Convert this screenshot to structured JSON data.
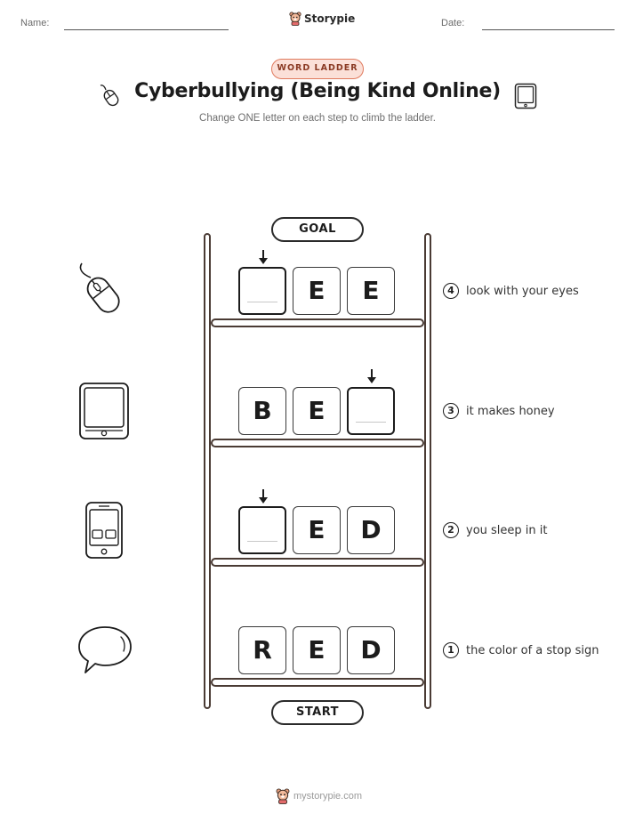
{
  "header": {
    "name_label": "Name:",
    "date_label": "Date:",
    "brand": "Storypie"
  },
  "badge": "WORD LADDER",
  "title": "Cyberbullying (Being Kind Online)",
  "subtitle": "Change ONE letter on each step to climb the ladder.",
  "goal_label": "GOAL",
  "start_label": "START",
  "rows": [
    {
      "letters": [
        "",
        "E",
        "E"
      ],
      "blank_index": 0,
      "clue_number": "4",
      "clue": "look with your eyes",
      "icon": "computer-mouse-icon"
    },
    {
      "letters": [
        "B",
        "E",
        ""
      ],
      "blank_index": 2,
      "clue_number": "3",
      "clue": "it makes honey",
      "icon": "tablet-icon"
    },
    {
      "letters": [
        "",
        "E",
        "D"
      ],
      "blank_index": 0,
      "clue_number": "2",
      "clue": "you sleep in it",
      "icon": "smartphone-icon"
    },
    {
      "letters": [
        "R",
        "E",
        "D"
      ],
      "blank_index": -1,
      "clue_number": "1",
      "clue": "the color of a stop sign",
      "icon": "speech-bubble-icon"
    }
  ],
  "footer": "mystorypie.com",
  "colors": {
    "badge_border": "#e07b5f",
    "badge_fill": "#fbe0d8",
    "ladder": "#4a3b34"
  }
}
